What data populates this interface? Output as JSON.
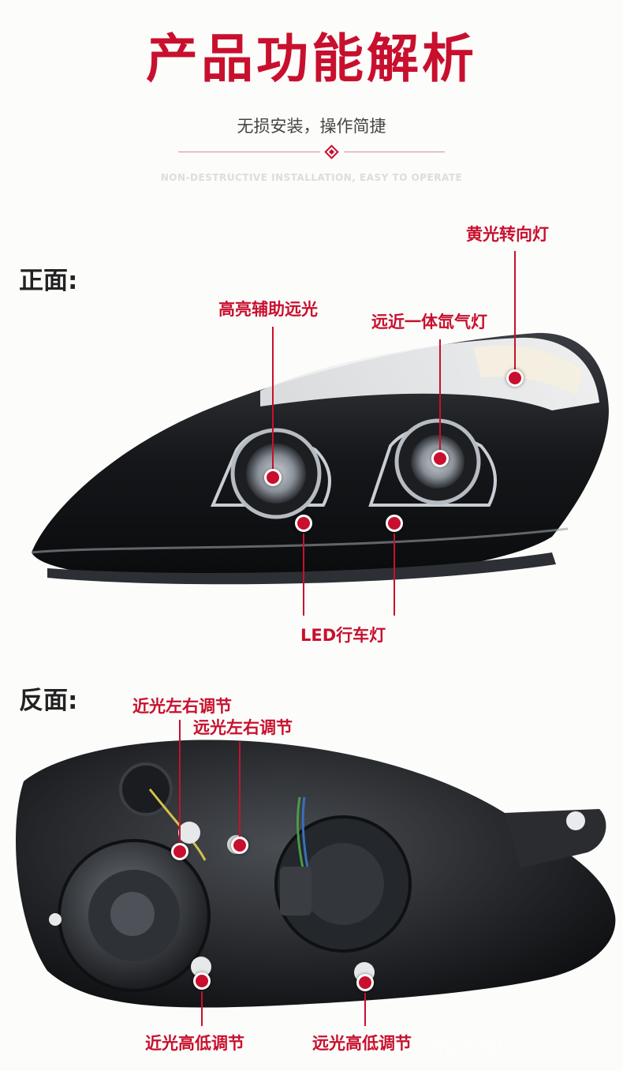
{
  "header": {
    "title": "产品功能解析",
    "subtitle": "无损安装，操作简捷",
    "subtitle_en": "NON-DESTRUCTIVE INSTALLATION, EASY TO OPERATE"
  },
  "front": {
    "section_label": "正面:",
    "labels": {
      "turn_signal": "黄光转向灯",
      "high_beam_aux": "高亮辅助远光",
      "bi_xenon": "远近一体氙气灯",
      "led_drl": "LED行车灯"
    }
  },
  "back": {
    "section_label": "反面:",
    "labels": {
      "low_lr_adjust": "近光左右调节",
      "high_lr_adjust": "远光左右调节",
      "low_height_adjust": "近光高低调节",
      "high_height_adjust": "远光高低调节"
    },
    "watermark": "8925r80"
  },
  "colors": {
    "accent": "#c8102e",
    "text": "#222222",
    "background": "#fcfcfa"
  }
}
